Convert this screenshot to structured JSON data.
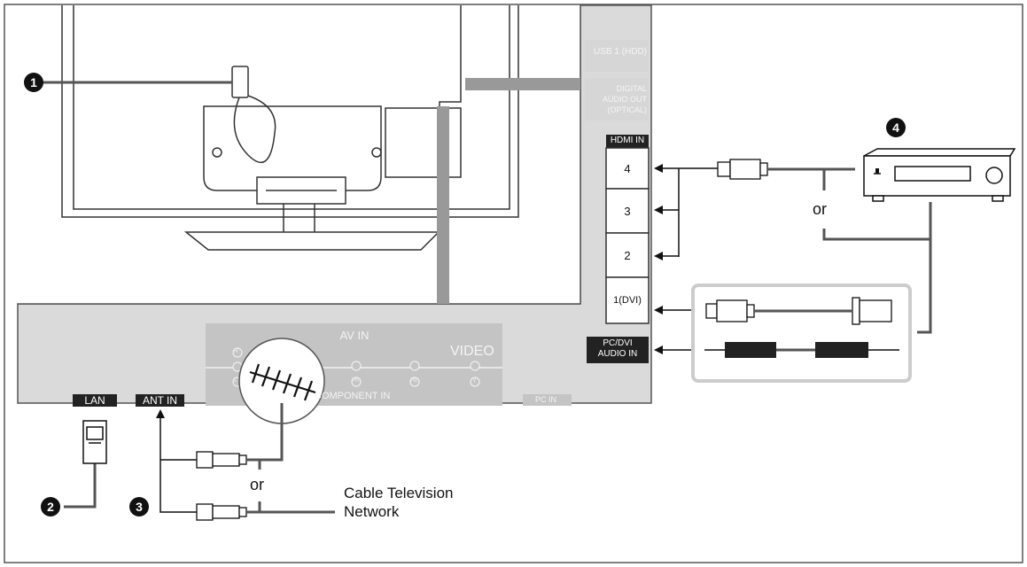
{
  "side_panel": {
    "usb_label": "USB 1 (HDD)",
    "digital_audio": [
      "DIGITAL",
      "AUDIO OUT",
      "(OPTICAL)"
    ],
    "hdmi_in": "HDMI IN",
    "hdmi_ports": [
      "4",
      "3",
      "2",
      "1(DVI)"
    ],
    "pc_dvi_audio": [
      "PC/DVI",
      "AUDIO IN"
    ]
  },
  "bottom_panel": {
    "av_in": "AV IN",
    "video": "VIDEO",
    "component_in": "COMPONENT IN",
    "pc_in": "PC IN",
    "jack_labels": [
      "R",
      "L",
      "PR",
      "PB",
      "Y"
    ],
    "lan": "LAN",
    "ant_in": "ANT IN"
  },
  "annotations": {
    "or_antenna": "or",
    "or_device": "or",
    "cable_tv": [
      "Cable Television",
      "Network"
    ]
  },
  "badges": [
    "1",
    "2",
    "3",
    "4"
  ]
}
